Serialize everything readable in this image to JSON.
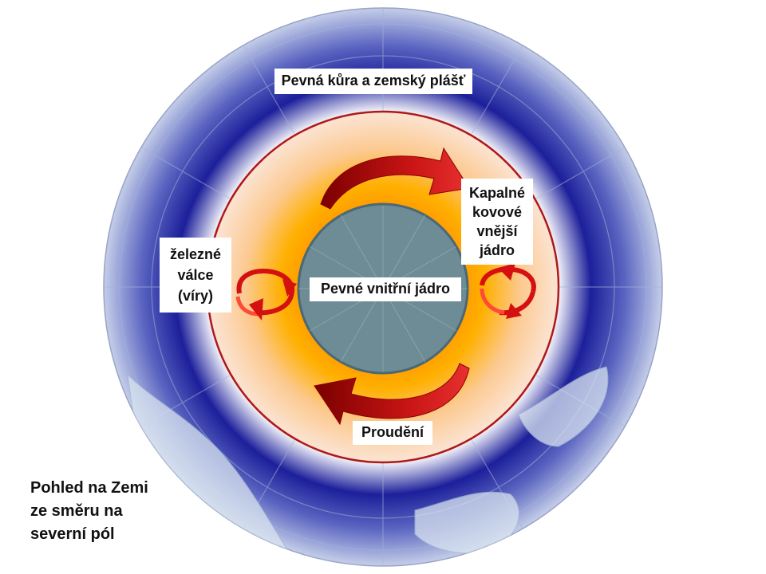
{
  "diagram": {
    "labels": {
      "mantle": "Pevná kůra a zemský plášť",
      "outer_core": "Kapalné\nkovové\nvnější\njádro",
      "vortices": "železné\nválce\n(víry)",
      "inner_core": "Pevné vnitřní jádro",
      "flow": "Proudění"
    },
    "caption": "Pohled na Zemi\nze směru na\nseverní pól",
    "colors": {
      "mantle_edge": "#1c1f9a",
      "mantle_light": "#c9d3ea",
      "outer_core_hot": "#ffb000",
      "outer_core_light": "#fbe0c8",
      "inner_core": "#6e8c95",
      "arrow": "#c01010",
      "boundary": "#b01818"
    },
    "icons": [
      "curved-arrow-icon",
      "vortex-icon"
    ]
  }
}
